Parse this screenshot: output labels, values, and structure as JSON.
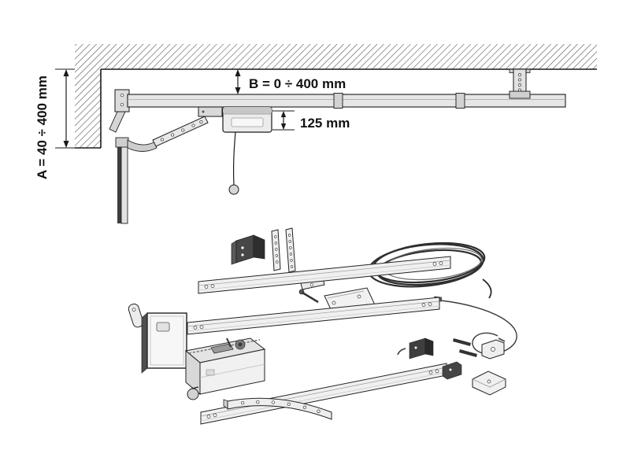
{
  "figure": {
    "kind": "garage-door-opener installation diagram with exploded parts view",
    "labels": {
      "dim_a": "A = 40 ÷ 400 mm",
      "dim_b": "B = 0 ÷ 400 mm",
      "dim_head": "125 mm"
    },
    "colors": {
      "line": "#1a1a1a",
      "metal_light": "#efefef",
      "metal_mid": "#d5d5d5",
      "dark_part": "#3f3f3f",
      "background": "#ffffff"
    }
  }
}
